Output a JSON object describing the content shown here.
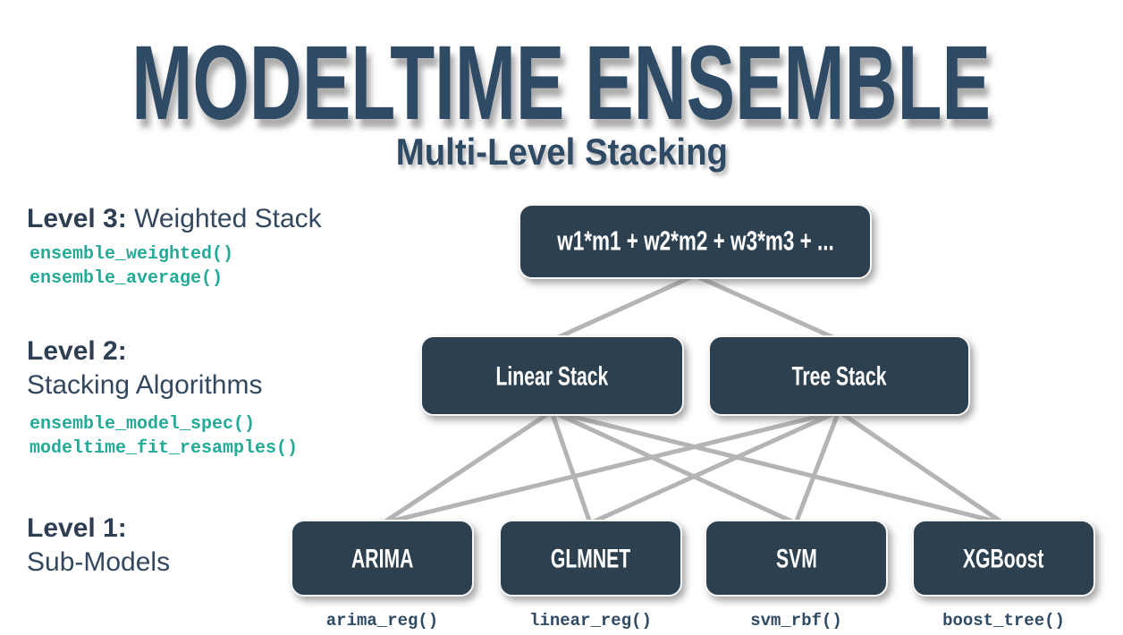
{
  "header": {
    "title": "MODELTIME ENSEMBLE",
    "subtitle": "Multi-Level Stacking"
  },
  "levels": [
    {
      "name": "Level 3:",
      "desc": "Weighted Stack",
      "functions": [
        "ensemble_weighted()",
        "ensemble_average()"
      ]
    },
    {
      "name": "Level 2:",
      "desc": "Stacking Algorithms",
      "functions": [
        "ensemble_model_spec()",
        "modeltime_fit_resamples()"
      ]
    },
    {
      "name": "Level 1:",
      "desc": "Sub-Models",
      "functions": []
    }
  ],
  "diagram": {
    "weighted_stack_box": {
      "label": "w1*m1 + w2*m2 + w3*m3 + ..."
    },
    "stacking_boxes": [
      {
        "label": "Linear Stack"
      },
      {
        "label": "Tree Stack"
      }
    ],
    "sub_model_boxes": [
      {
        "label": "ARIMA",
        "function": "arima_reg()"
      },
      {
        "label": "GLMNET",
        "function": "linear_reg()"
      },
      {
        "label": "SVM",
        "function": "svm_rbf()"
      },
      {
        "label": "XGBoost",
        "function": "boost_tree()"
      }
    ]
  },
  "colors": {
    "heading": "#2f4a64",
    "box_fill": "#2d4050",
    "code_teal": "#21ab98",
    "connector": "#b4b4b4"
  }
}
